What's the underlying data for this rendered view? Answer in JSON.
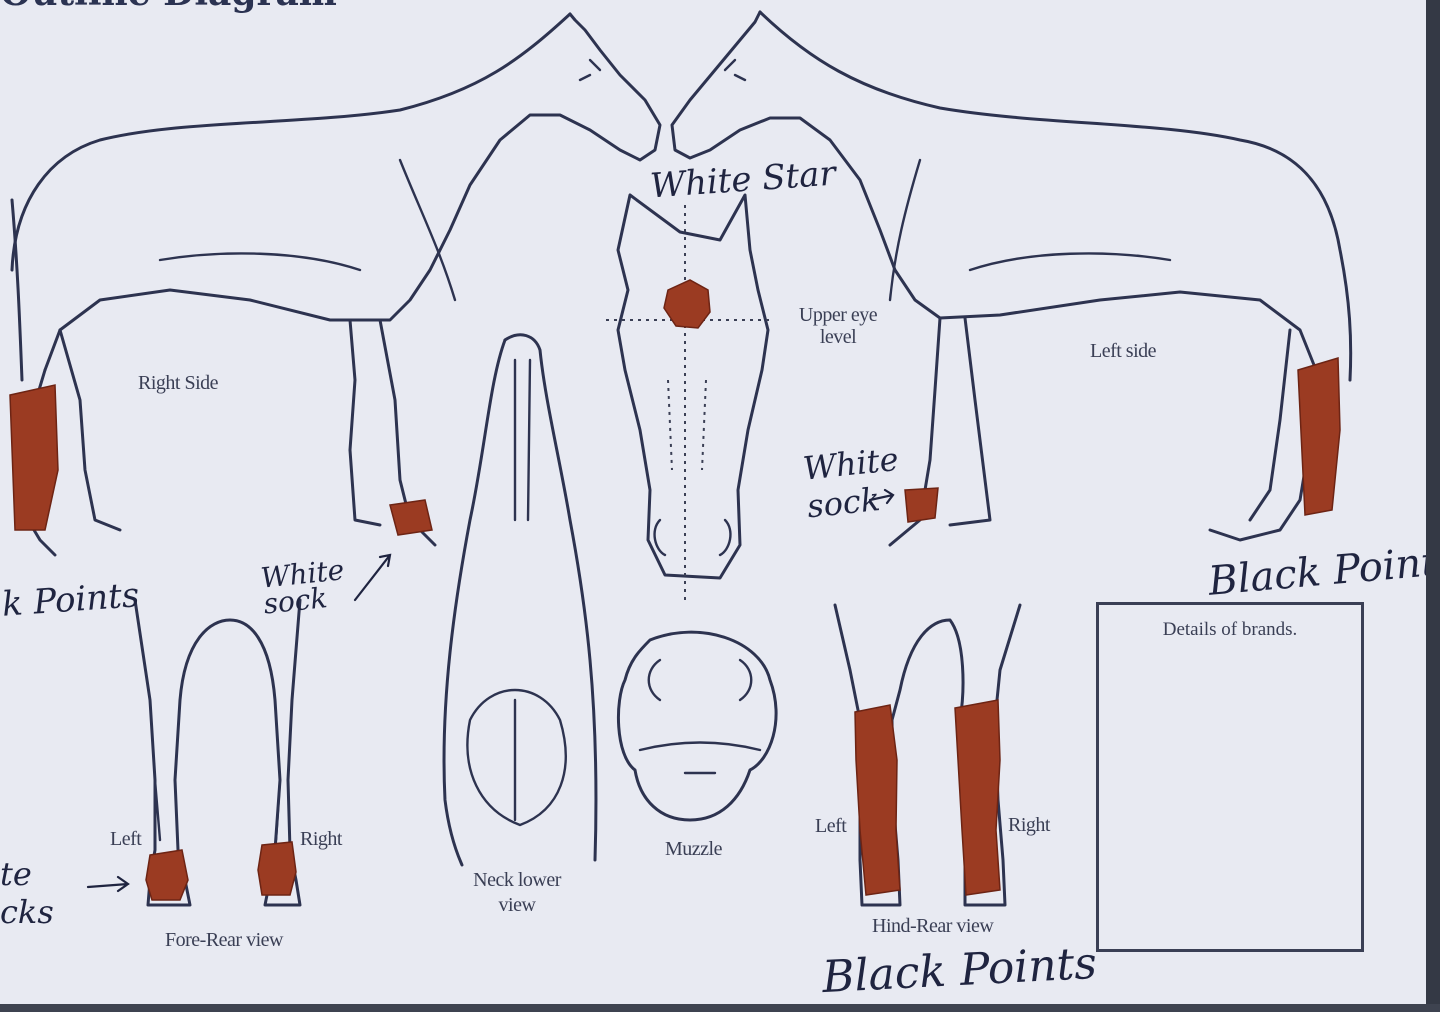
{
  "header": {
    "title": "Outline Diagram"
  },
  "labels": {
    "right_side": "Right Side",
    "left_side": "Left side",
    "upper_eye_level": "Upper eye level",
    "neck": "Neck lower view",
    "muzzle": "Muzzle",
    "fore_left": "Left",
    "fore_right": "Right",
    "fore_rear_view": "Fore-Rear view",
    "hind_left": "Left",
    "hind_right": "Right",
    "hind_rear_view": "Hind-Rear view",
    "brands": "Details of brands."
  },
  "handwriting": {
    "white_star": "White Star",
    "white_sock_front": "White sock",
    "white_sock_left": "White sock",
    "black_points_left": "k Points",
    "black_points_right": "Black Points",
    "black_points_bottom": "Black Points",
    "white_socks_left_edge": "te cks"
  },
  "colors": {
    "marking": "#9b3b22",
    "outline": "#2d3350",
    "paper": "#e8eaf2"
  }
}
